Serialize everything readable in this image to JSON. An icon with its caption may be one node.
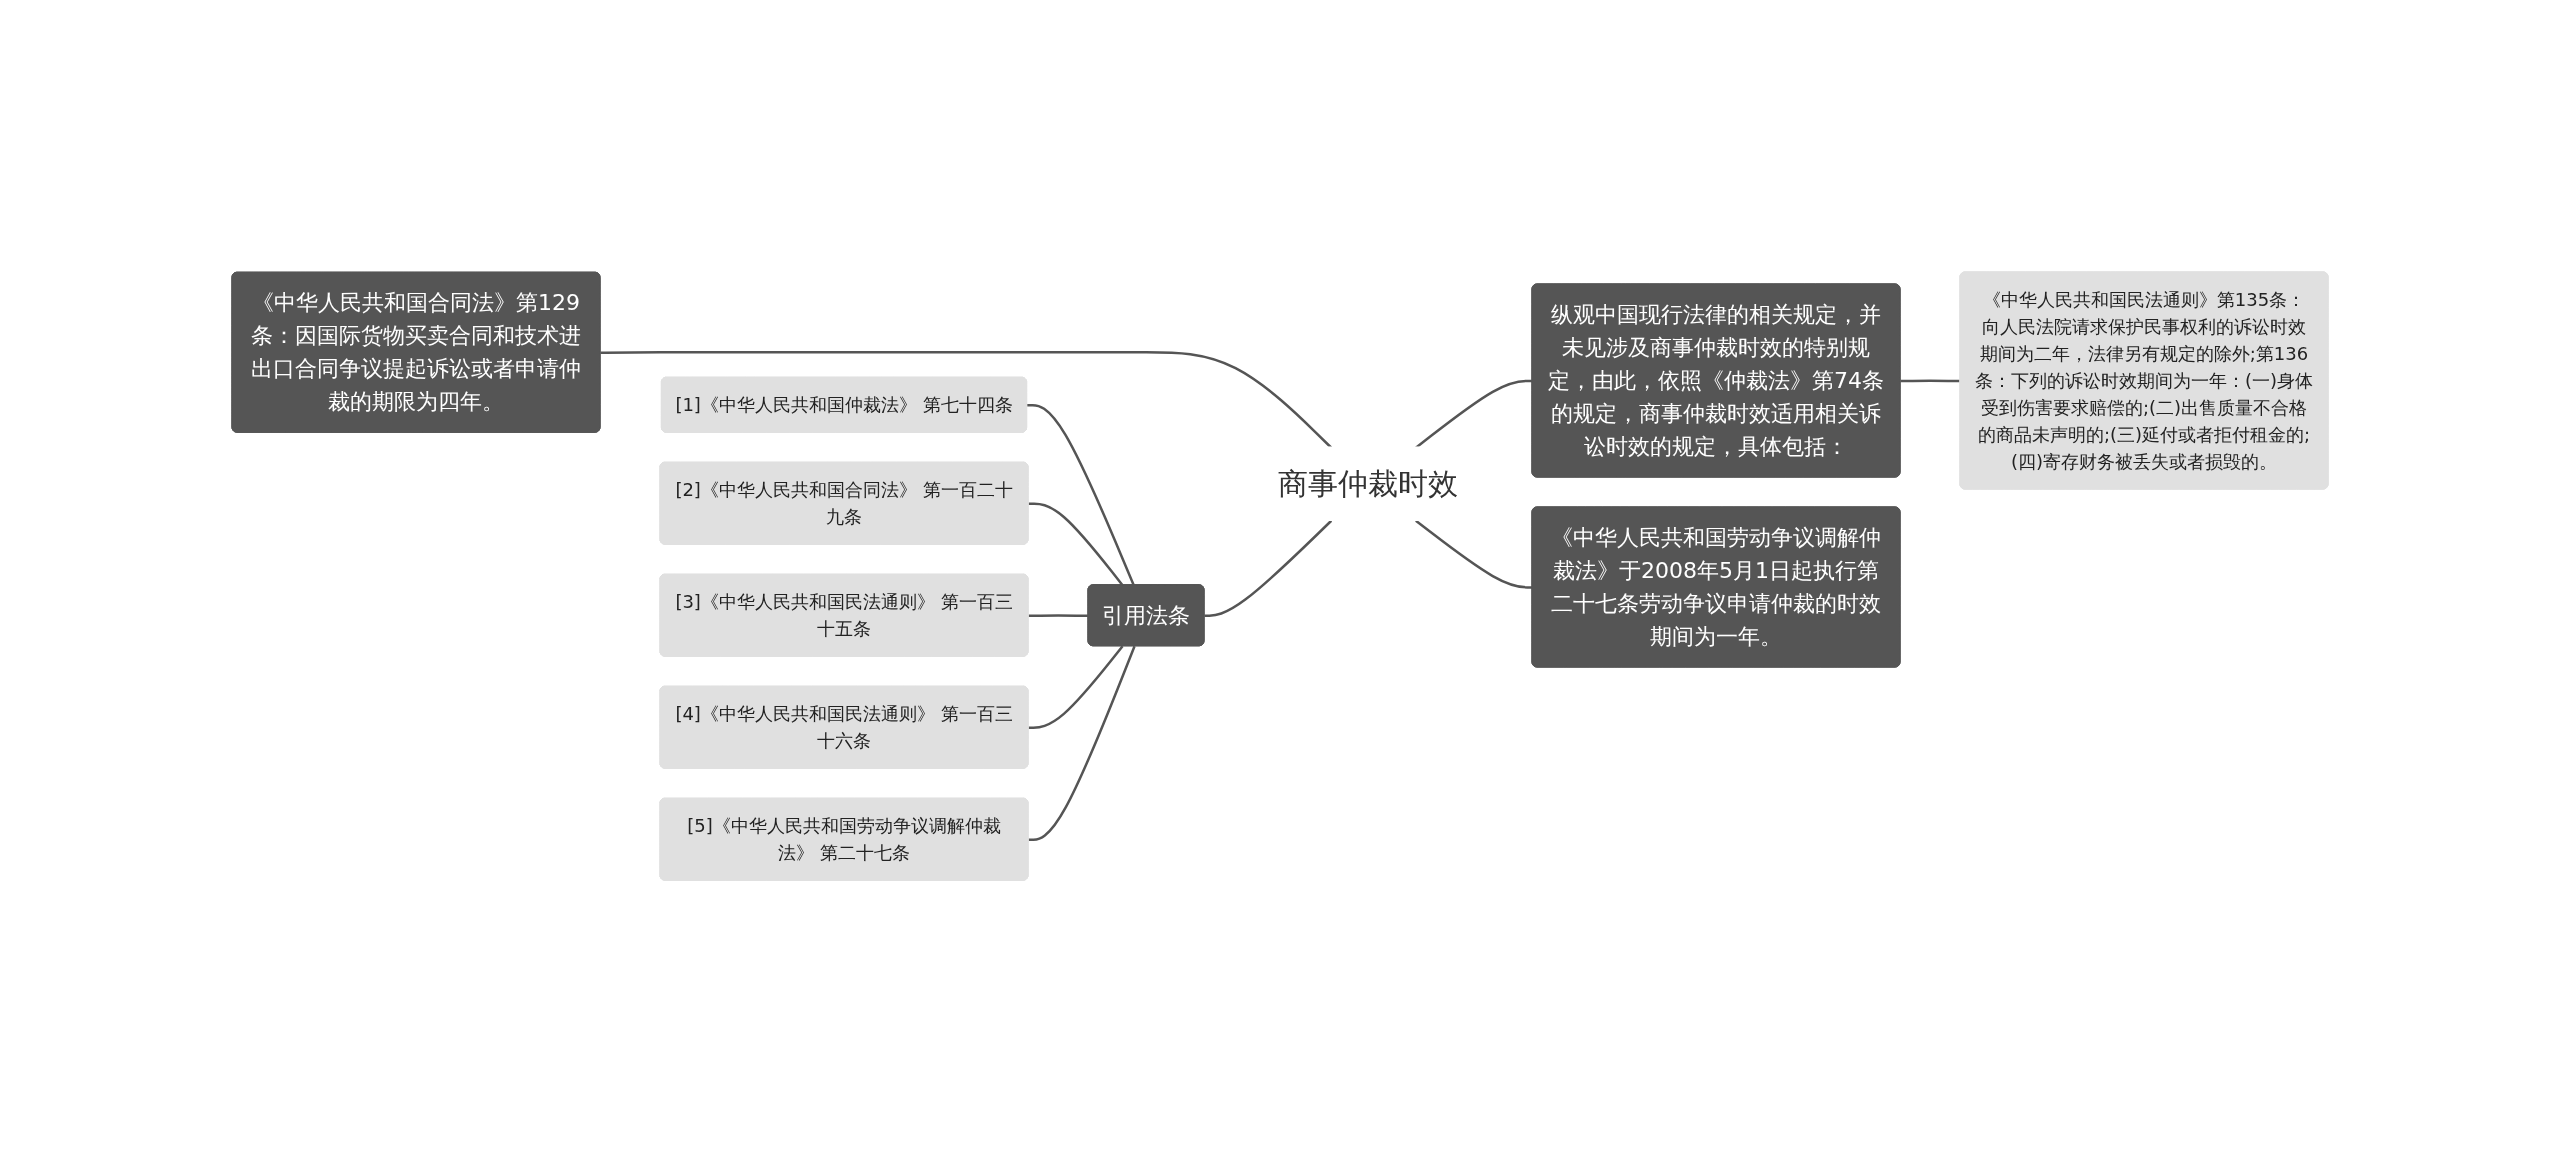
{
  "diagram": {
    "nodes": [
      {
        "text": [
          "商事仲裁时效"
        ]
      },
      {
        "text": [
          "《中华人民共和国合同法》第129条：因国际货物买卖合同和技术进出口合同争议提起诉讼或者申请仲裁的期限为四年。"
        ]
      },
      {
        "text": [
          "引用法条"
        ]
      },
      {
        "text": [
          "[1]《中华人民共和国仲裁法》 第七十四条"
        ]
      },
      {
        "text": [
          "[2]《中华人民共和国合同法》 第一百二十九条"
        ]
      },
      {
        "text": [
          "[3]《中华人民共和国民法通则》 第一百三十五条"
        ]
      },
      {
        "text": [
          "[4]《中华人民共和国民法通则》 第一百三十六条"
        ]
      },
      {
        "text": [
          "[5]《中华人民共和国劳动争议调解仲裁法》 第二十七条"
        ]
      },
      {
        "text": [
          "纵观中国现行法律的相关规定，并未见涉及商事仲裁时效的特别规定，由此，依照《仲裁法》第74条的规定，商事仲裁时效适用相关诉讼时效的规定，具体包括："
        ]
      },
      {
        "text": [
          "《中华人民共和国民法通则》第135条：向人民法院请求保护民事权利的诉讼时效期间为二年，法律另有规定的除外;第136条：下列的诉讼时效期间为一年：(一)身体受到伤害要求赔偿的;(二)出售质量不合格的商品未声明的;(三)延付或者拒付租金的;(四)寄存财务被丢失或者损毁的。"
        ]
      },
      {
        "text": [
          "《中华人民共和国劳动争议调解仲裁法》于2008年5月1日起执行第二十七条劳动争议申请仲裁的时效期间为一年。"
        ]
      }
    ],
    "edges": [
      {
        "from": 0,
        "to": 1,
        "arrow": "none"
      },
      {
        "from": 0,
        "to": 2,
        "arrow": "none"
      },
      {
        "from": 2,
        "to": 3,
        "arrow": "none"
      },
      {
        "from": 2,
        "to": 4,
        "arrow": "none"
      },
      {
        "from": 2,
        "to": 5,
        "arrow": "none"
      },
      {
        "from": 2,
        "to": 6,
        "arrow": "none"
      },
      {
        "from": 2,
        "to": 7,
        "arrow": "none"
      },
      {
        "from": 0,
        "to": 8,
        "arrow": "none"
      },
      {
        "from": 8,
        "to": 9,
        "arrow": "none"
      },
      {
        "from": 0,
        "to": 10,
        "arrow": "none"
      }
    ]
  }
}
